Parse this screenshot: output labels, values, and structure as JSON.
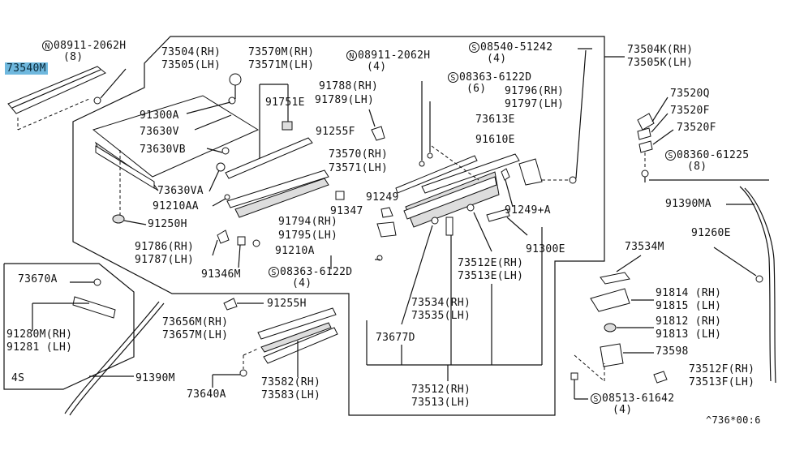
{
  "labels": {
    "p08911_top": "08911-2062H",
    "p08911_top_qty": "(8)",
    "p73540m": "73540M",
    "p73504": "73504(RH)",
    "p73505": "73505(LH)",
    "p91300a": "91300A",
    "p73630v": "73630V",
    "p73630vb": "73630VB",
    "p73630va": "73630VA",
    "p91210aa": "91210AA",
    "p91250h": "91250H",
    "p73570m": "73570M(RH)",
    "p73571m": "73571M(LH)",
    "p91751e": "91751E",
    "p91255f": "91255F",
    "p73570": "73570(RH)",
    "p73571": "73571(LH)",
    "p91347": "91347",
    "p91249": "91249",
    "p91786": "91786(RH)",
    "p91787": "91787(LH)",
    "p91346m": "91346M",
    "p91210a": "91210A",
    "p91794": "91794(RH)",
    "p91795": "91795(LH)",
    "p08363_bot": "08363-6122D",
    "p08363_bot_qty": "(4)",
    "p08911_mid": "08911-2062H",
    "p08911_mid_qty": "(4)",
    "p91788": "91788(RH)",
    "p91789": "91789(LH)",
    "p08363_top": "08363-6122D",
    "p08363_top_qty": "(6)",
    "p08540": "08540-51242",
    "p08540_qty": "(4)",
    "p91796": "91796(RH)",
    "p91797": "91797(LH)",
    "p73613e": "73613E",
    "p91610e": "91610E",
    "p91249a": "91249+A",
    "p91300e": "91300E",
    "p73512e": "73512E(RH)",
    "p73513e": "73513E(LH)",
    "p73534": "73534(RH)",
    "p73535": "73535(LH)",
    "p73677d": "73677D",
    "p73512": "73512(RH)",
    "p73513": "73513(LH)",
    "p73504k": "73504K(RH)",
    "p73505k": "73505K(LH)",
    "p73520q": "73520Q",
    "p73520f_a": "73520F",
    "p73520f_b": "73520F",
    "p08360": "08360-61225",
    "p08360_qty": "(8)",
    "p91390ma": "91390MA",
    "p91260e": "91260E",
    "p73534m": "73534M",
    "p91814": "91814 (RH)",
    "p91815": "91815 (LH)",
    "p91812": "91812 (RH)",
    "p91813": "91813 (LH)",
    "p73598": "73598",
    "p73512f": "73512F(RH)",
    "p73513f": "73513F(LH)",
    "p08513": "08513-61642",
    "p08513_qty": "(4)",
    "p73670a": "73670A",
    "p91280m": "91280M(RH)",
    "p91281": "91281 (LH)",
    "p4s": "4S",
    "p91390m": "91390M",
    "p91255h": "91255H",
    "p73656m": "73656M(RH)",
    "p73657m": "73657M(LH)",
    "p73640a": "73640A",
    "p73582": "73582(RH)",
    "p73583": "73583(LH)",
    "footer": "^736*00:6"
  },
  "symbols": {
    "n": "N",
    "s": "S"
  },
  "highlight_color": "#6fb8de"
}
